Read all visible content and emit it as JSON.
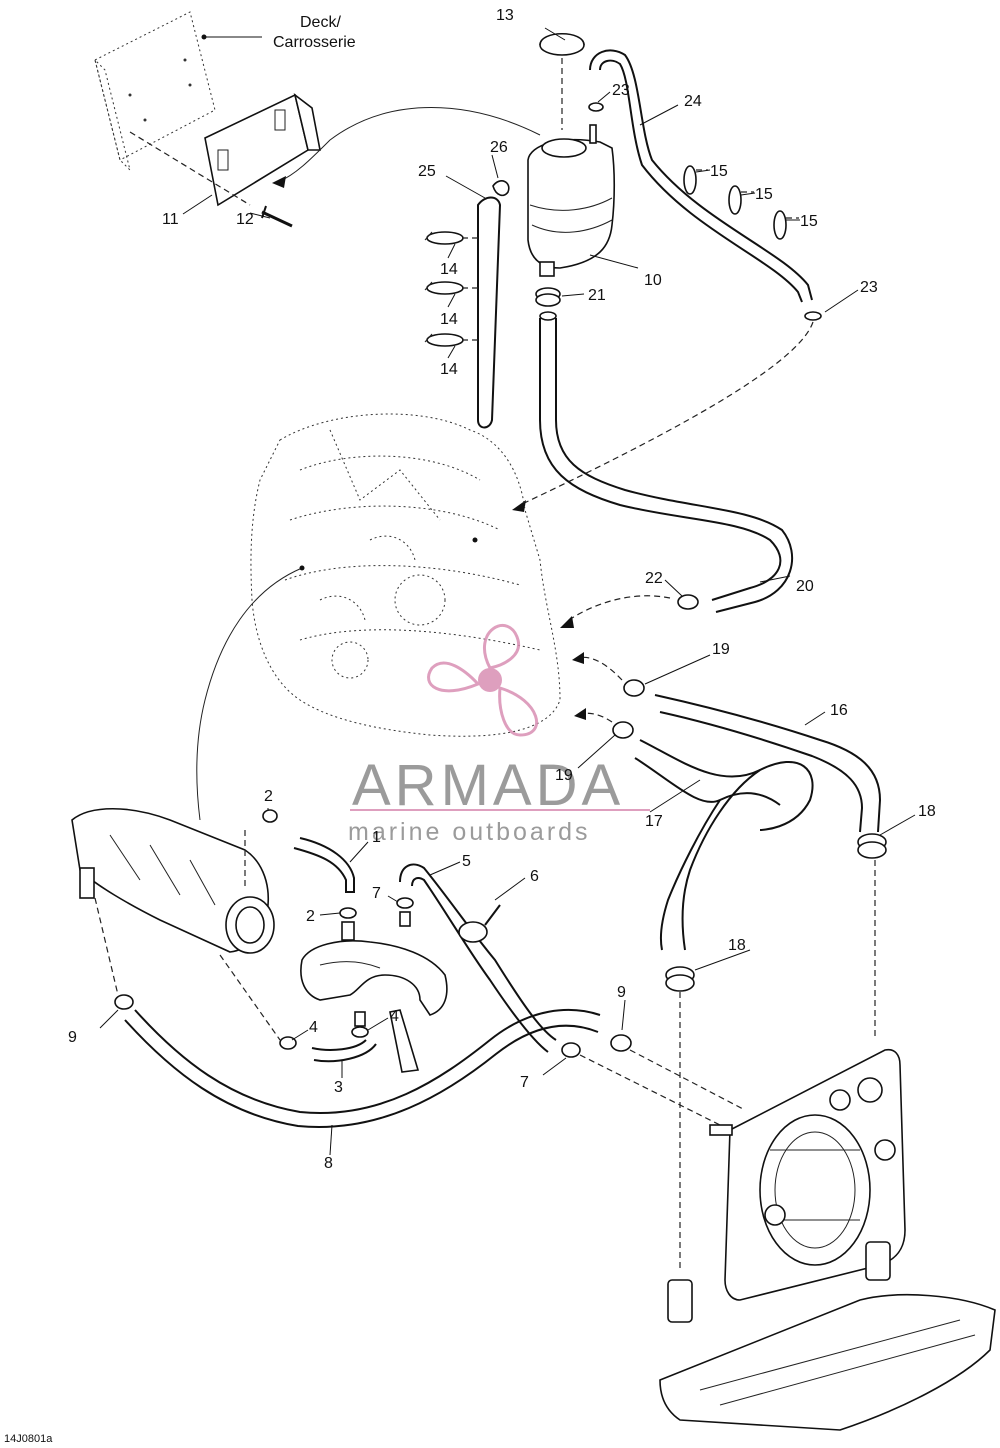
{
  "diagram": {
    "deck_label_line1": "Deck/",
    "deck_label_line2": "Carrosserie",
    "drawing_code": "14J0801a",
    "watermark": {
      "title": "ARMADA",
      "subtitle": "marine outboards",
      "text_color": "#8a8a8a",
      "accent_color": "#d98fb3"
    },
    "callouts": [
      "1",
      "2",
      "2",
      "3",
      "4",
      "4",
      "5",
      "6",
      "7",
      "7",
      "8",
      "9",
      "9",
      "10",
      "11",
      "12",
      "13",
      "14",
      "14",
      "14",
      "15",
      "15",
      "15",
      "16",
      "17",
      "18",
      "18",
      "19",
      "19",
      "20",
      "21",
      "22",
      "23",
      "23",
      "24",
      "25",
      "26"
    ]
  }
}
